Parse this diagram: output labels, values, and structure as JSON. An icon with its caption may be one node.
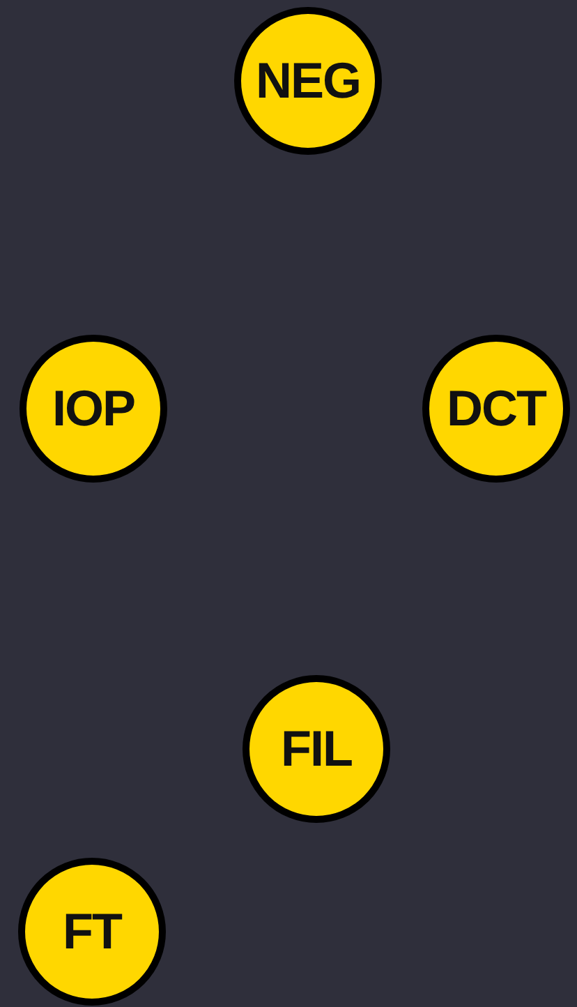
{
  "diagram": {
    "nodes": [
      {
        "text": [
          "NEG"
        ]
      },
      {
        "text": [
          "IOP"
        ]
      },
      {
        "text": [
          "DCT"
        ]
      },
      {
        "text": [
          "FIL"
        ]
      },
      {
        "text": [
          "FT"
        ]
      }
    ],
    "edges": []
  }
}
